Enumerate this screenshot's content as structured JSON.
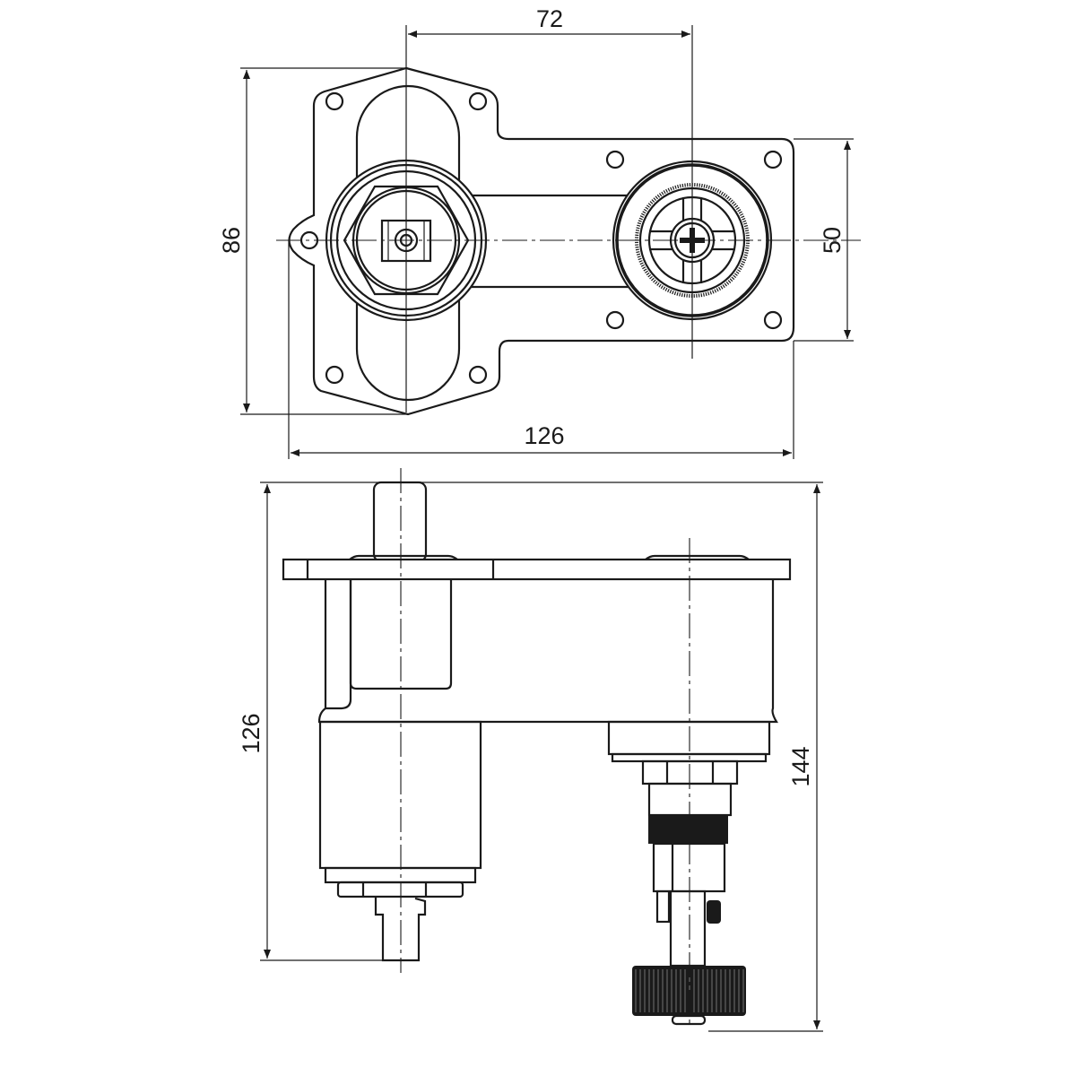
{
  "dimensions": {
    "top_center_distance": "72",
    "top_height": "86",
    "top_right_height": "50",
    "top_width": "126",
    "side_height": "126",
    "side_total_height": "144"
  },
  "colors": {
    "line": "#1a1a1a",
    "background": "#ffffff"
  }
}
